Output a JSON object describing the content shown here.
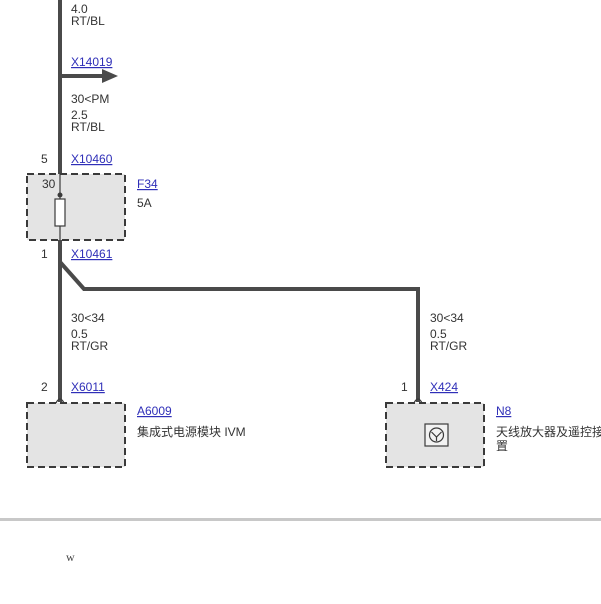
{
  "wire_top": {
    "size": "4.0",
    "color": "RT/BL"
  },
  "branch_connector": {
    "label": "X14019"
  },
  "wire_mid": {
    "circuit": "30<PM",
    "size": "2.5",
    "color": "RT/BL"
  },
  "fuse": {
    "input_pin": "5",
    "input_connector": "X10460",
    "terminal": "30",
    "id": "F34",
    "rating": "5A",
    "output_pin": "1",
    "output_connector": "X10461"
  },
  "wire_left": {
    "circuit": "30<34",
    "size": "0.5",
    "color": "RT/GR"
  },
  "wire_right": {
    "circuit": "30<34",
    "size": "0.5",
    "color": "RT/GR"
  },
  "module_a": {
    "pin": "2",
    "connector": "X6011",
    "id": "A6009",
    "name": "集成式电源模块 IVM"
  },
  "module_n": {
    "pin": "1",
    "connector": "X424",
    "id": "N8",
    "name_line1": "天线放大器及遥控接",
    "name_line2": "置"
  },
  "footer": {
    "mark": "w"
  }
}
